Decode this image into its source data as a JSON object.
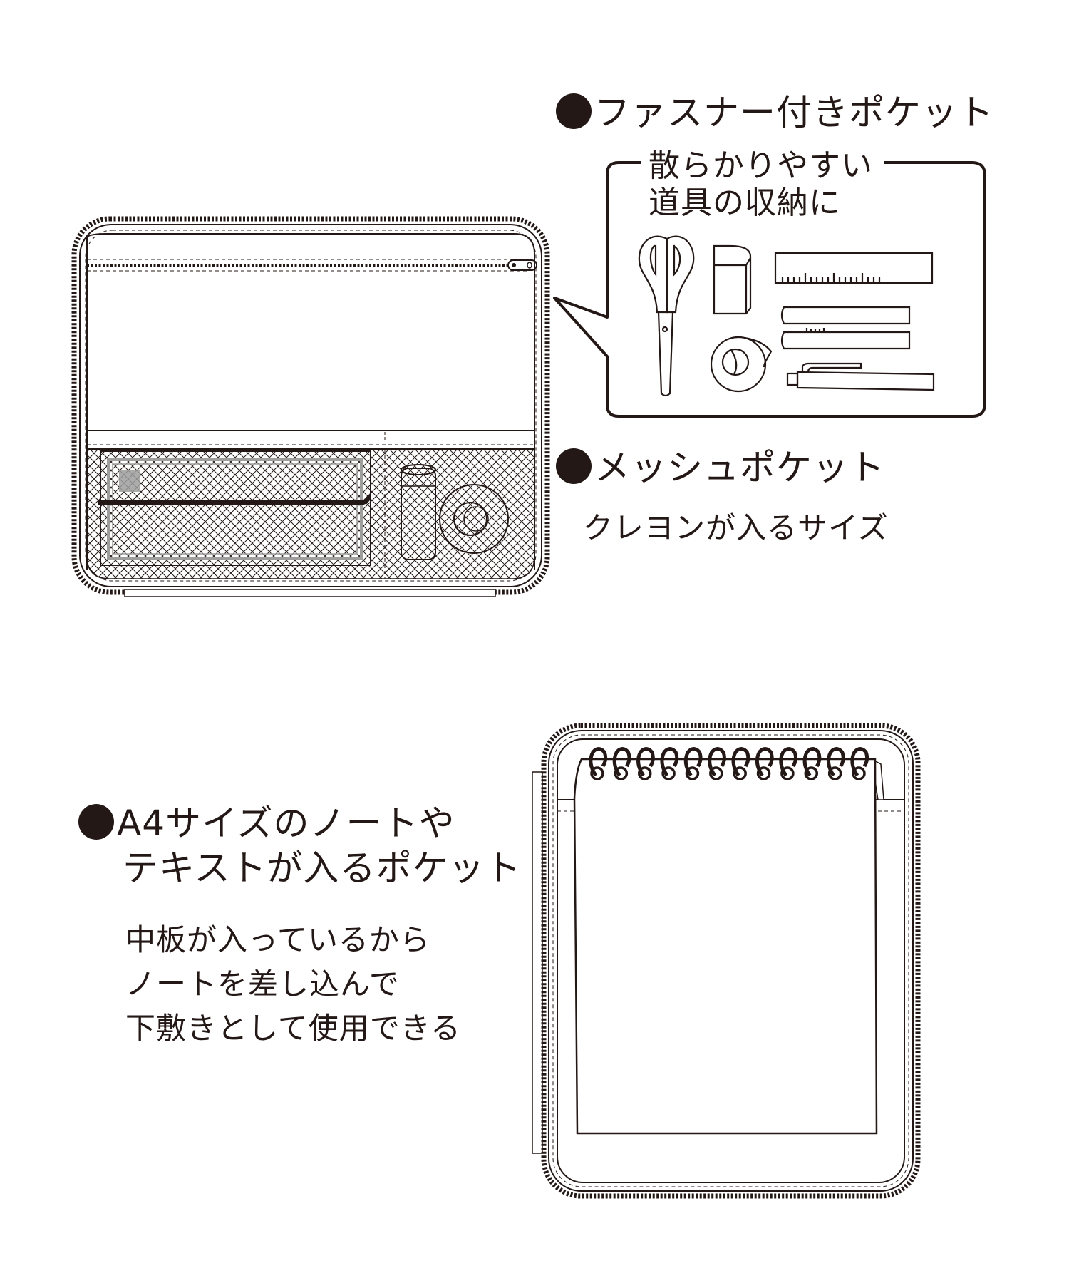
{
  "sections": {
    "zipper_pocket": {
      "title": "ファスナー付きポケット",
      "bubble_lines": [
        "散らかりやすい",
        "道具の収納に"
      ],
      "bubble_items": [
        "scissors",
        "eraser",
        "ruler",
        "pencil",
        "pencil",
        "tape-roll",
        "pen"
      ]
    },
    "mesh_pocket": {
      "title": "メッシュポケット",
      "caption": "クレヨンが入るサイズ",
      "items": [
        "crayon-box",
        "glue-stick",
        "tape-roll"
      ]
    },
    "a4_pocket": {
      "title_lines": [
        "A4サイズのノートや",
        "テキストが入るポケット"
      ],
      "body_lines": [
        "中板が入っているから",
        "ノートを差し込んで",
        "下敷きとして使用できる"
      ],
      "spiral_ring_count": 12
    }
  },
  "colors": {
    "ink": "#231815",
    "mesh_fill": "#9e9e9e",
    "background": "#ffffff"
  }
}
